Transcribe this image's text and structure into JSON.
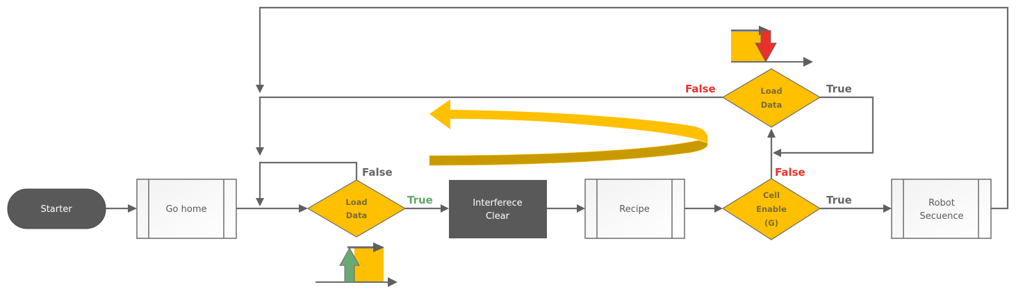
{
  "colors": {
    "line": "#6b6b6b",
    "terminator": "#595959",
    "process_dark": "#595959",
    "decision_fill": "#ffc000",
    "decision_stroke": "#6b6b6b",
    "true_green": "#5fa86a",
    "false_red": "#e8312a",
    "neutral_gray": "#666666",
    "loop_arrow_front": "#ffc000",
    "loop_arrow_back": "#c99a00",
    "rise_arrow": "#6aa876",
    "fall_arrow": "#e8312a"
  },
  "nodes": {
    "starter": {
      "label": "Starter",
      "shape": "terminator"
    },
    "go_home": {
      "label": "Go home",
      "shape": "predefined-process"
    },
    "load_data_1": {
      "line1": "Load",
      "line2": "Data",
      "shape": "decision"
    },
    "interference_clear": {
      "line1": "Interferece",
      "line2": "Clear",
      "shape": "process"
    },
    "recipe": {
      "label": "Recipe",
      "shape": "predefined-process"
    },
    "cell_enable": {
      "line1": "Cell",
      "line2": "Enable",
      "line3": "(G)",
      "shape": "decision"
    },
    "robot_sequence": {
      "line1": "Robot",
      "line2": "Secuence",
      "shape": "predefined-process"
    },
    "load_data_2": {
      "line1": "Load",
      "line2": "Data",
      "shape": "decision"
    }
  },
  "edge_labels": {
    "load1_false": "False",
    "load1_true": "True",
    "cell_false": "False",
    "cell_true": "True",
    "load2_false": "False",
    "load2_true": "True"
  },
  "icons": {
    "rising_edge": "rising-edge-icon",
    "falling_edge": "falling-edge-icon",
    "loop_arrow": "loop-back-arrow-icon"
  }
}
